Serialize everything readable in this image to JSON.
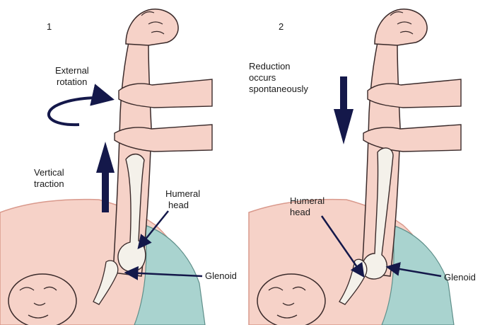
{
  "panels": [
    {
      "number": "1",
      "labels": {
        "external_rotation_line1": "External",
        "external_rotation_line2": "rotation",
        "vertical_traction_line1": "Vertical",
        "vertical_traction_line2": "traction",
        "humeral_head_line1": "Humeral",
        "humeral_head_line2": "head",
        "glenoid": "Glenoid"
      }
    },
    {
      "number": "2",
      "labels": {
        "reduction_line1": "Reduction",
        "reduction_line2": "occurs",
        "reduction_line3": "spontaneously",
        "humeral_head_line1": "Humeral",
        "humeral_head_line2": "head",
        "glenoid": "Glenoid"
      }
    }
  ],
  "colors": {
    "skin": "#f6d2c8",
    "skin_shadow": "#e9a89a",
    "outline": "#3a2a2a",
    "bone": "#f4f1ea",
    "sheet": "#a9d3cf",
    "arrow": "#14184a",
    "background": "#ffffff"
  }
}
